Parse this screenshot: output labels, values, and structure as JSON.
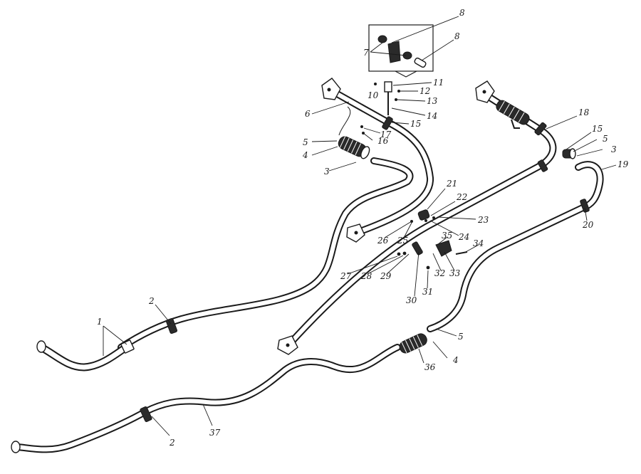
{
  "diagram": {
    "labels": [
      {
        "id": "l1",
        "text": "1"
      },
      {
        "id": "l2a",
        "text": "2"
      },
      {
        "id": "l2b",
        "text": "2"
      },
      {
        "id": "l3a",
        "text": "3"
      },
      {
        "id": "l3b",
        "text": "3"
      },
      {
        "id": "l4a",
        "text": "4"
      },
      {
        "id": "l4b",
        "text": "4"
      },
      {
        "id": "l5a",
        "text": "5"
      },
      {
        "id": "l5b",
        "text": "5"
      },
      {
        "id": "l5c",
        "text": "5"
      },
      {
        "id": "l6",
        "text": "6"
      },
      {
        "id": "l7",
        "text": "7"
      },
      {
        "id": "l8a",
        "text": "8"
      },
      {
        "id": "l8b",
        "text": "8"
      },
      {
        "id": "l10",
        "text": "10"
      },
      {
        "id": "l11",
        "text": "11"
      },
      {
        "id": "l12",
        "text": "12"
      },
      {
        "id": "l13",
        "text": "13"
      },
      {
        "id": "l14",
        "text": "14"
      },
      {
        "id": "l15a",
        "text": "15"
      },
      {
        "id": "l15b",
        "text": "15"
      },
      {
        "id": "l16",
        "text": "16"
      },
      {
        "id": "l17",
        "text": "17"
      },
      {
        "id": "l18",
        "text": "18"
      },
      {
        "id": "l19",
        "text": "19"
      },
      {
        "id": "l20",
        "text": "20"
      },
      {
        "id": "l21",
        "text": "21"
      },
      {
        "id": "l22",
        "text": "22"
      },
      {
        "id": "l23",
        "text": "23"
      },
      {
        "id": "l24",
        "text": "24"
      },
      {
        "id": "l25",
        "text": "25"
      },
      {
        "id": "l26",
        "text": "26"
      },
      {
        "id": "l27",
        "text": "27"
      },
      {
        "id": "l28",
        "text": "28"
      },
      {
        "id": "l29",
        "text": "29"
      },
      {
        "id": "l30",
        "text": "30"
      },
      {
        "id": "l31",
        "text": "31"
      },
      {
        "id": "l32",
        "text": "32"
      },
      {
        "id": "l33",
        "text": "33"
      },
      {
        "id": "l34",
        "text": "34"
      },
      {
        "id": "l35",
        "text": "35"
      },
      {
        "id": "l36",
        "text": "36"
      },
      {
        "id": "l37",
        "text": "37"
      }
    ]
  }
}
